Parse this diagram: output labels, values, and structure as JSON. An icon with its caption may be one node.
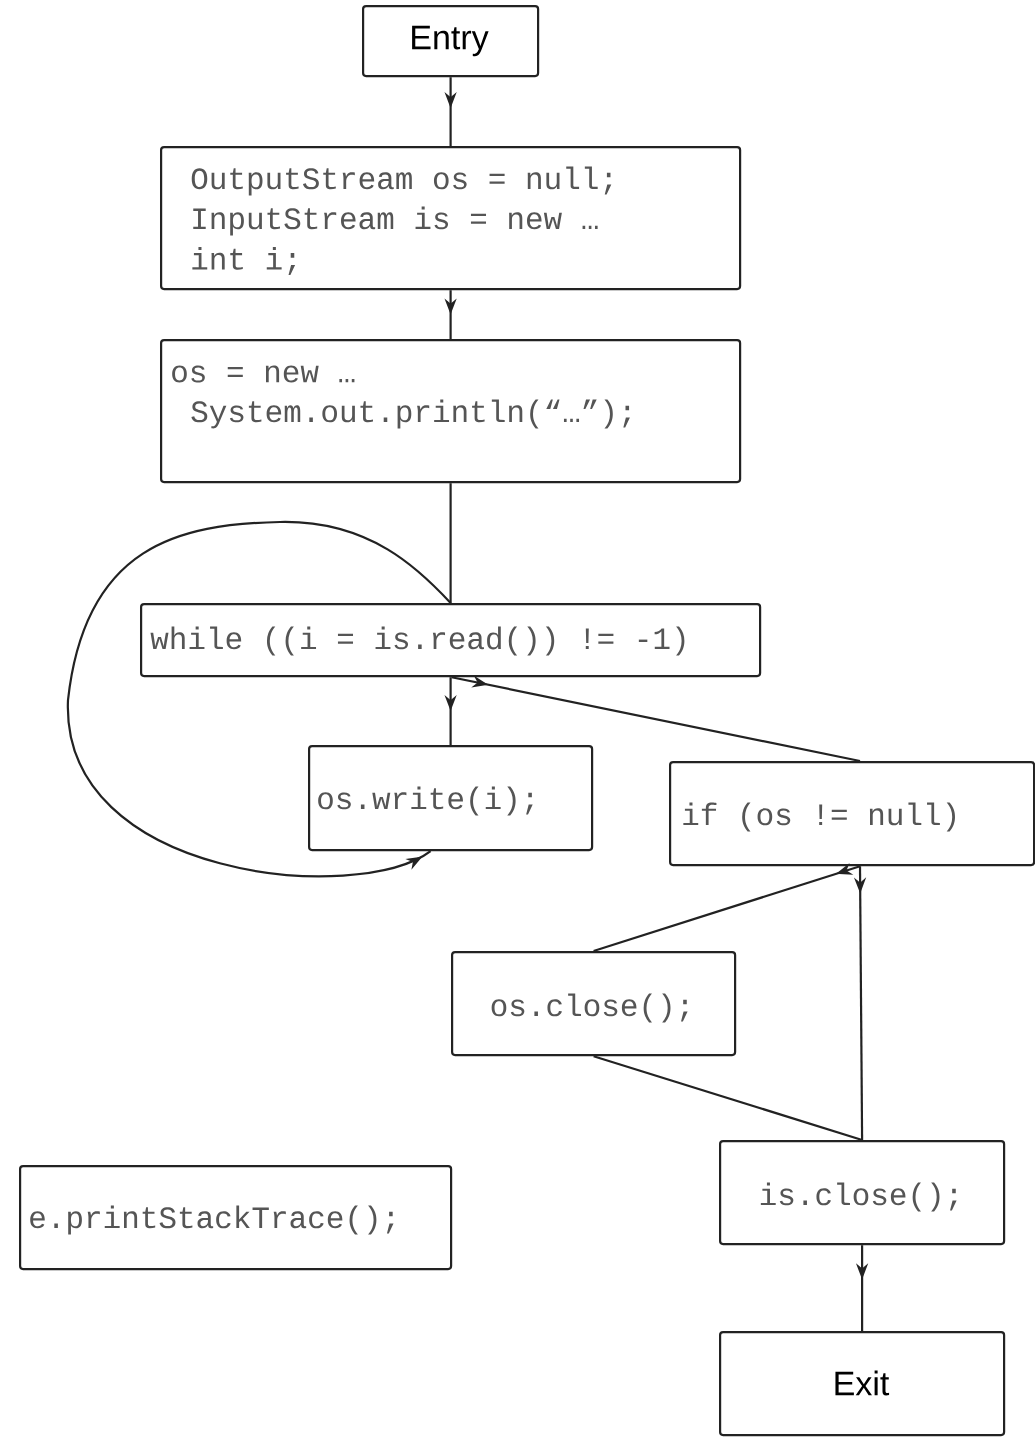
{
  "diagram": {
    "nodes": [
      {
        "text": [
          "Entry"
        ]
      },
      {
        "text": [
          "OutputStream os = null;",
          "InputStream is = new …",
          "int i;"
        ]
      },
      {
        "text": [
          "os = new …",
          "System.out.println(“…”);"
        ]
      },
      {
        "text": [
          "while ((i = is.read()) != -1)"
        ]
      },
      {
        "text": [
          "os.write(i);"
        ]
      },
      {
        "text": [
          "if (os != null)"
        ]
      },
      {
        "text": [
          "os.close();"
        ]
      },
      {
        "text": [
          "is.close();"
        ]
      },
      {
        "text": [
          "e.printStackTrace();"
        ]
      },
      {
        "text": [
          "Exit"
        ]
      }
    ],
    "edges": [
      {
        "from": 0,
        "to": 1,
        "arrow": "to"
      },
      {
        "from": 1,
        "to": 2,
        "arrow": "to"
      },
      {
        "from": 2,
        "to": 3,
        "arrow": "none"
      },
      {
        "from": 3,
        "to": 4,
        "arrow": "to"
      },
      {
        "from": 3,
        "to": 4,
        "arrow": "to"
      },
      {
        "from": 3,
        "to": 5,
        "arrow": "to"
      },
      {
        "from": 5,
        "to": 6,
        "arrow": "to"
      },
      {
        "from": 5,
        "to": 7,
        "arrow": "to"
      },
      {
        "from": 6,
        "to": 7,
        "arrow": "none"
      },
      {
        "from": 7,
        "to": 9,
        "arrow": "to"
      }
    ]
  }
}
